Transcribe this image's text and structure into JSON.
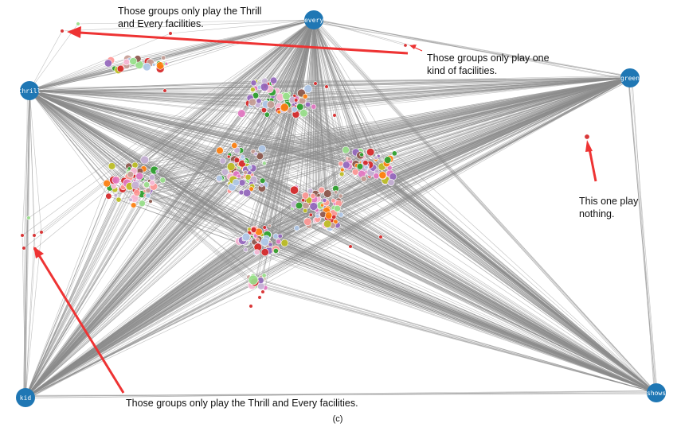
{
  "hubs": [
    {
      "id": "every",
      "label": "every",
      "color": "#1f77b4"
    },
    {
      "id": "thrill",
      "label": "thrill",
      "color": "#1f77b4"
    },
    {
      "id": "green",
      "label": "green",
      "color": "#1f77b4"
    },
    {
      "id": "kid",
      "label": "kid",
      "color": "#1f77b4"
    },
    {
      "id": "shows",
      "label": "shows",
      "color": "#1f77b4"
    }
  ],
  "annotations": {
    "top_left": [
      "Those groups only play the Thrill",
      "and Every facilities."
    ],
    "top_right": [
      "Those groups only play one",
      "kind of facilities."
    ],
    "right": [
      "This one play",
      "nothing."
    ],
    "bottom": [
      "Those groups only play the Thrill and Every facilities."
    ]
  },
  "caption": "(c)",
  "colors": {
    "edge": "#8c8c8c",
    "arrow": "#ee3333",
    "palette": [
      "#d62728",
      "#2ca02c",
      "#ff7f0e",
      "#aec7e8",
      "#98df8a",
      "#ff9896",
      "#9467bd",
      "#c5b0d5",
      "#e377c2",
      "#f7b6d2",
      "#8c564b",
      "#c49c94",
      "#bcbd22"
    ]
  }
}
